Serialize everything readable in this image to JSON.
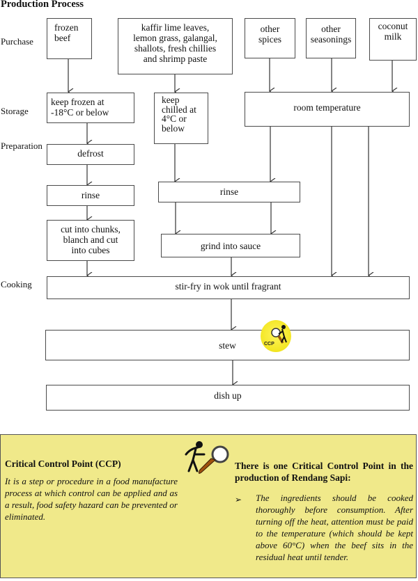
{
  "title": "Production Process",
  "stages": {
    "purchase": "Purchase",
    "storage": "Storage",
    "preparation": "Preparation",
    "cooking": "Cooking"
  },
  "purchase": {
    "frozen_beef": [
      "frozen",
      "beef"
    ],
    "aromatics": [
      "kaffir lime leaves,",
      "lemon grass, galangal,",
      "shallots, fresh chillies",
      "and shrimp paste"
    ],
    "other_spices": [
      "other",
      "spices"
    ],
    "other_seasonings": [
      "other",
      "seasonings"
    ],
    "coconut_milk": [
      "coconut",
      "milk"
    ]
  },
  "storage": {
    "frozen": [
      "keep frozen at",
      "-18°C or below"
    ],
    "chilled": [
      "keep",
      "chilled at",
      "4°C or",
      "below"
    ],
    "room": "room temperature"
  },
  "preparation": {
    "defrost": "defrost",
    "rinse_beef": "rinse",
    "cut": [
      "cut into chunks,",
      "blanch and cut",
      "into cubes"
    ],
    "rinse_aromatics": "rinse",
    "grind": "grind into sauce"
  },
  "cooking": {
    "stir_fry": "stir-fry in wok until fragrant",
    "stew": "stew",
    "dish_up": "dish up"
  },
  "ccp_badge": {
    "label": "CCP",
    "color": "#f3e623"
  },
  "ccp_panel": {
    "background": "#f0e98a",
    "definition_title": "Critical Control Point (CCP)",
    "definition_body": "It is a step or procedure in a food manufacture process at which control can be applied and as a result, food safety hazard can be prevented or eliminated.",
    "summary_title": "There is one Critical Control Point in the production of Rendang Sapi:",
    "bullet_symbol": "➢",
    "bullet_text": "The ingredients should be cooked thoroughly before consumption. After turning off the heat, attention must be paid to the temperature (which should be kept above 60°C) when the beef sits in the residual heat until tender."
  }
}
